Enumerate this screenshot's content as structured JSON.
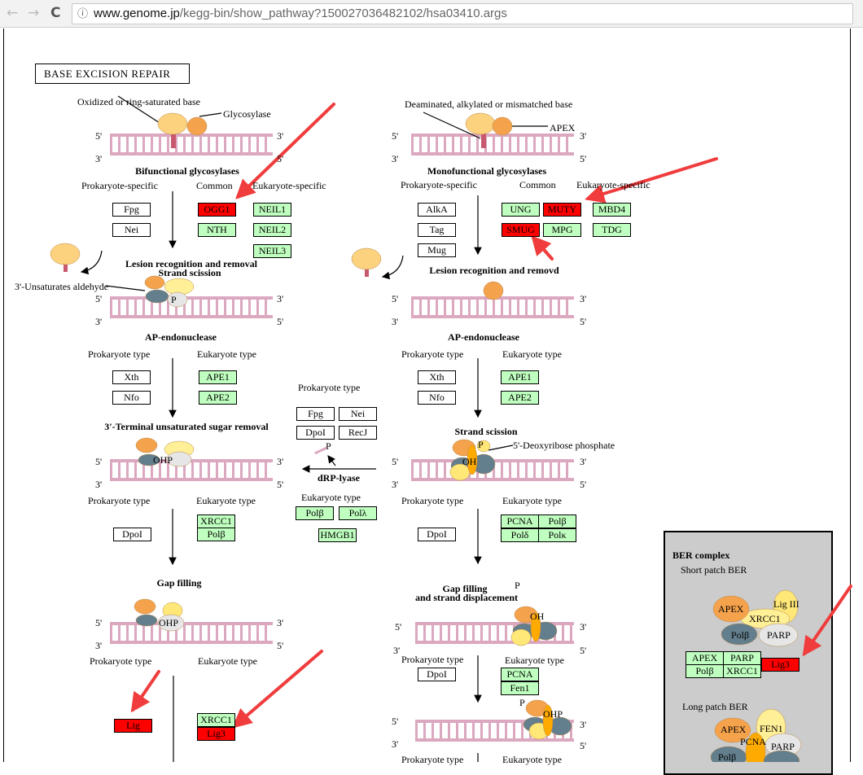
{
  "browser": {
    "back": "←",
    "forward": "→",
    "reload": "C",
    "info": "ⓘ",
    "url_host": "www.genome.jp",
    "url_path": "/kegg-bin/show_pathway?150027036482102/hsa03410.args"
  },
  "title": "BASE EXCISION REPAIR",
  "ends": {
    "five": "5'",
    "three": "3'"
  },
  "left": {
    "base_label": "Oxidized or ring-saturated base",
    "glyco_label": "Glycosylase",
    "bifunctional": "Bifunctional glycosylases",
    "prok_specific": "Prokaryote-specific",
    "common": "Common",
    "euk_specific": "Eukaryote-specific",
    "genes1": [
      "Fpg",
      "Nei",
      "OGG1",
      "NTH",
      "NEIL1",
      "NEIL2",
      "NEIL3"
    ],
    "lesion": "Lesion recognition and removal",
    "scission": "Strand scission",
    "aldehyde": "3'-Unsaturates aldehyde",
    "p": "P",
    "ap_endo": "AP-endonuclease",
    "prok_type": "Prokaryote type",
    "euk_type": "Eukaryote type",
    "genes2": [
      "Xth",
      "Nfo",
      "APE1",
      "APE2"
    ],
    "terminal": "3'-Terminal unsaturated sugar removal",
    "ohp": "OHP",
    "genes3": [
      "DpoI",
      "XRCC1",
      "Polβ"
    ],
    "gap": "Gap filling",
    "genes4": [
      "Lig",
      "XRCC1",
      "Lig3"
    ]
  },
  "middle": {
    "prok_type": "Prokaryote type",
    "genes_prok": [
      "Fpg",
      "Nei",
      "DpoI",
      "RecJ"
    ],
    "p": "P",
    "drp": "dRP-lyase",
    "euk_type": "Eukaryote type",
    "genes_euk": [
      "Polβ",
      "Polλ",
      "HMGB1"
    ]
  },
  "right": {
    "base_label": "Deaminated, alkylated or mismatched base",
    "apex": "APEX",
    "monofunctional": "Monofunctional glycosylases",
    "prok_specific": "Prokaryote-specific",
    "common": "Common",
    "euk_specific": "Eukaryote-specific",
    "genes1": [
      "AlkA",
      "Tag",
      "Mug",
      "UNG",
      "MUTY",
      "MBD4",
      "SMUG",
      "MPG",
      "TDG"
    ],
    "lesion": "Lesion recognition and removd",
    "ap_endo": "AP-endonuclease",
    "prok_type": "Prokaryote type",
    "euk_type": "Eukaryote type",
    "genes2": [
      "Xth",
      "Nfo",
      "APE1",
      "APE2"
    ],
    "scission": "Strand scission",
    "deoxy": "5'-Deoxyribose phosphate",
    "p": "P",
    "oh": "OH",
    "genes3": [
      "DpoI",
      "PCNA",
      "Polβ",
      "Polδ",
      "Polκ"
    ],
    "gap1": "Gap filling",
    "gap2": "and strand displacement",
    "ohp": "OHP",
    "genes4": [
      "DpoI",
      "PCNA",
      "Fen1"
    ]
  },
  "ber": {
    "title": "BER complex",
    "short": "Short patch BER",
    "long": "Long patch BER",
    "proteins_short": [
      "APEX",
      "Lig III",
      "XRCC1",
      "Polβ",
      "PARP"
    ],
    "table": [
      "APEX",
      "PARP",
      "Polβ",
      "XRCC1"
    ],
    "lig3": "Lig3",
    "proteins_long": [
      "APEX",
      "FEN1",
      "PCNA",
      "PARP",
      "Polβ"
    ]
  },
  "colors": {
    "found": "#bfffbf",
    "highlight": "#ff0000",
    "annotation": "#f03c3c",
    "dna": "#dba8c0"
  }
}
